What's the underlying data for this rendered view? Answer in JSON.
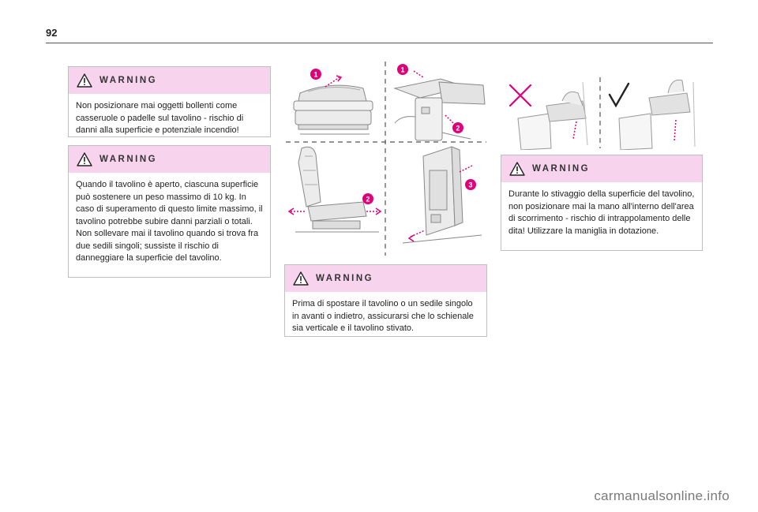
{
  "page": {
    "number": "92"
  },
  "warnings": [
    {
      "title": "WARNING",
      "paragraphs": [
        "Non posizionare mai oggetti bollenti come casseruole o padelle sul tavolino - rischio di danni alla superficie e potenziale incendio!"
      ]
    },
    {
      "title": "WARNING",
      "paragraphs": [
        "Quando il tavolino è aperto, ciascuna superficie può sostenere un peso massimo di 10 kg. In caso di superamento di questo limite massimo, il tavolino potrebbe subire danni parziali o totali.",
        "Non sollevare mai il tavolino quando si trova fra due sedili singoli; sussiste il rischio di danneggiare la superficie del tavolino."
      ]
    },
    {
      "title": "WARNING",
      "paragraphs": [
        "Prima di spostare il tavolino o un sedile singolo in avanti o indietro, assicurarsi che lo schienale sia verticale e il tavolino stivato."
      ]
    },
    {
      "title": "WARNING",
      "paragraphs": [
        "Durante lo stivaggio della superficie del tavolino, non posizionare mai la mano all'interno dell'area di scorrimento - rischio di intrappolamento delle dita! Utilizzare la maniglia in dotazione."
      ]
    }
  ],
  "illustration_labels": {
    "step1": "1",
    "step2": "2",
    "step3": "3"
  },
  "footer": {
    "watermark": "carmanualsonline.info"
  },
  "colors": {
    "warning_header": "#f8d3ee",
    "callout_magenta": "#e0007a",
    "box_border": "#bfbfbf"
  }
}
